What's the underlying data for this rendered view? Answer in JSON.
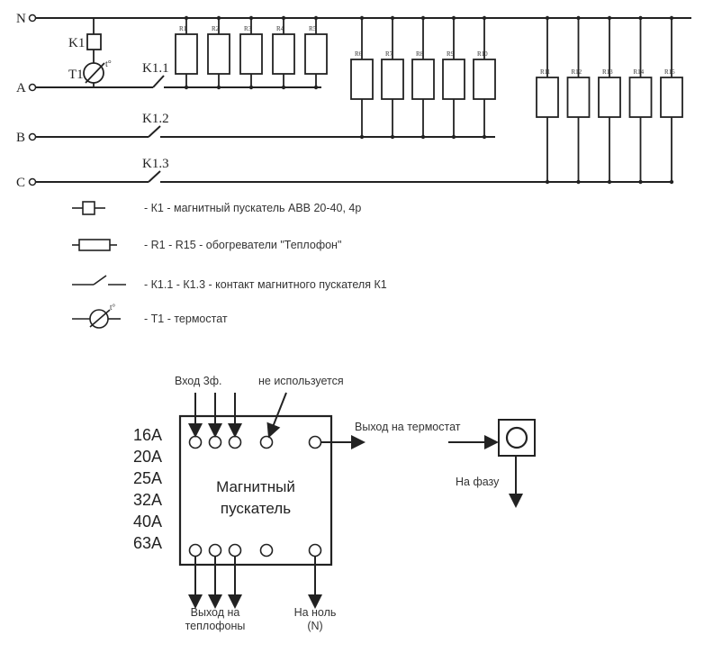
{
  "schematic": {
    "lines": {
      "N": "N",
      "A": "A",
      "B": "B",
      "C": "C"
    },
    "coil": "K1",
    "thermostat": {
      "name": "T1",
      "sym": "t°"
    },
    "contacts": [
      "K1.1",
      "K1.2",
      "K1.3"
    ],
    "resistors": [
      "R1",
      "R2",
      "R3",
      "R4",
      "R5",
      "R6",
      "R7",
      "R8",
      "R9",
      "R10",
      "R11",
      "R12",
      "R13",
      "R14",
      "R15"
    ]
  },
  "legend": [
    {
      "symbol": "coil",
      "text": "- К1 - магнитный пускатель ABB 20-40, 4р"
    },
    {
      "symbol": "resistor",
      "text": "- R1 - R15 - обогреватели \"Теплофон\""
    },
    {
      "symbol": "contact",
      "text": "- К1.1 - К1.3 - контакт магнитного пускателя К1"
    },
    {
      "symbol": "thermostat",
      "text": "- Т1 - термостат"
    }
  ],
  "starter": {
    "title_line1": "Магнитный",
    "title_line2": "пускатель",
    "ratings": [
      "16A",
      "20A",
      "25A",
      "32A",
      "40A",
      "63A"
    ],
    "input_label": "Вход 3ф.",
    "unused_label": "не используется",
    "thermo_out_label": "Выход на термостат",
    "to_phase_label": "На фазу",
    "out_heaters_line1": "Выход на",
    "out_heaters_line2": "теплофоны",
    "neutral_line1": "На ноль",
    "neutral_line2": "(N)"
  }
}
